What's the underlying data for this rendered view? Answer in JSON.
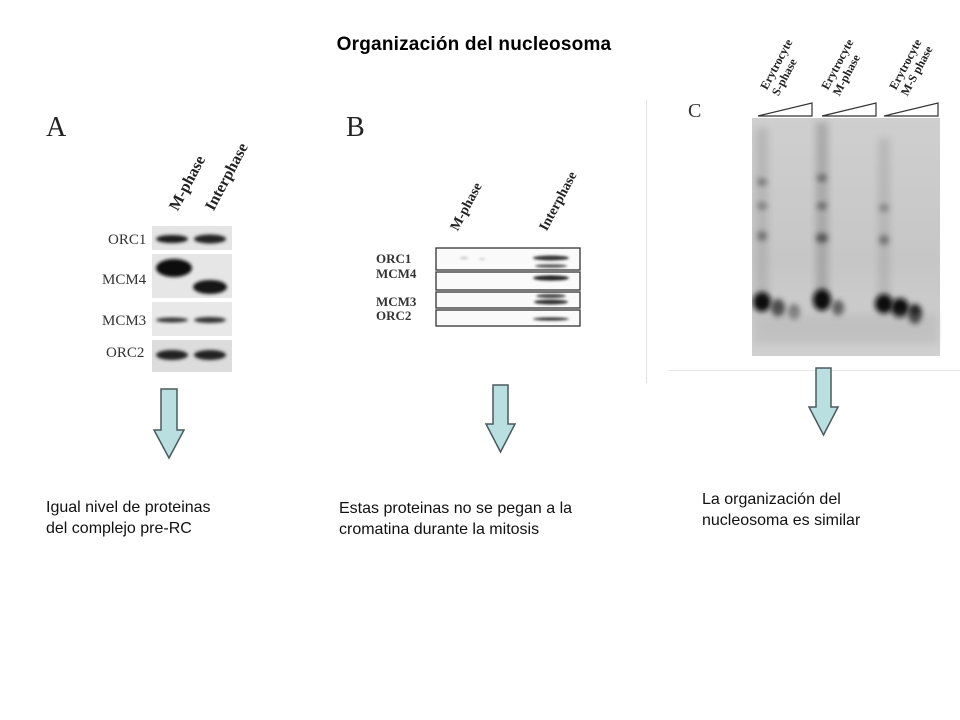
{
  "title": "Organización del nucleosoma",
  "panels": {
    "a": {
      "letter": "A",
      "lanes": [
        "M-phase",
        "Interphase"
      ],
      "rows": [
        "ORC1",
        "MCM4",
        "MCM3",
        "ORC2"
      ]
    },
    "b": {
      "letter": "B",
      "lanes": [
        "M-phase",
        "Interphase"
      ],
      "rows": [
        "ORC1",
        "MCM4",
        "MCM3",
        "ORC2"
      ]
    },
    "c": {
      "letter": "C",
      "lanes": [
        {
          "line1": "Erytrocyte",
          "line2": "S-phase"
        },
        {
          "line1": "Erytrocyte",
          "line2": "M-phase"
        },
        {
          "line1": "Erytrocyte",
          "line2": "M-S phase"
        }
      ]
    }
  },
  "captions": {
    "a": {
      "line1": "Igual nivel de proteinas",
      "line2": "del complejo pre-RC"
    },
    "b": {
      "line1": "Estas proteinas no se pegan a la",
      "line2": "cromatina durante la mitosis"
    },
    "c": {
      "line1": "La organización del",
      "line2": "nucleosoma es similar"
    }
  },
  "colors": {
    "arrow_fill": "#b9dfe0",
    "arrow_stroke": "#4a5a5c"
  }
}
